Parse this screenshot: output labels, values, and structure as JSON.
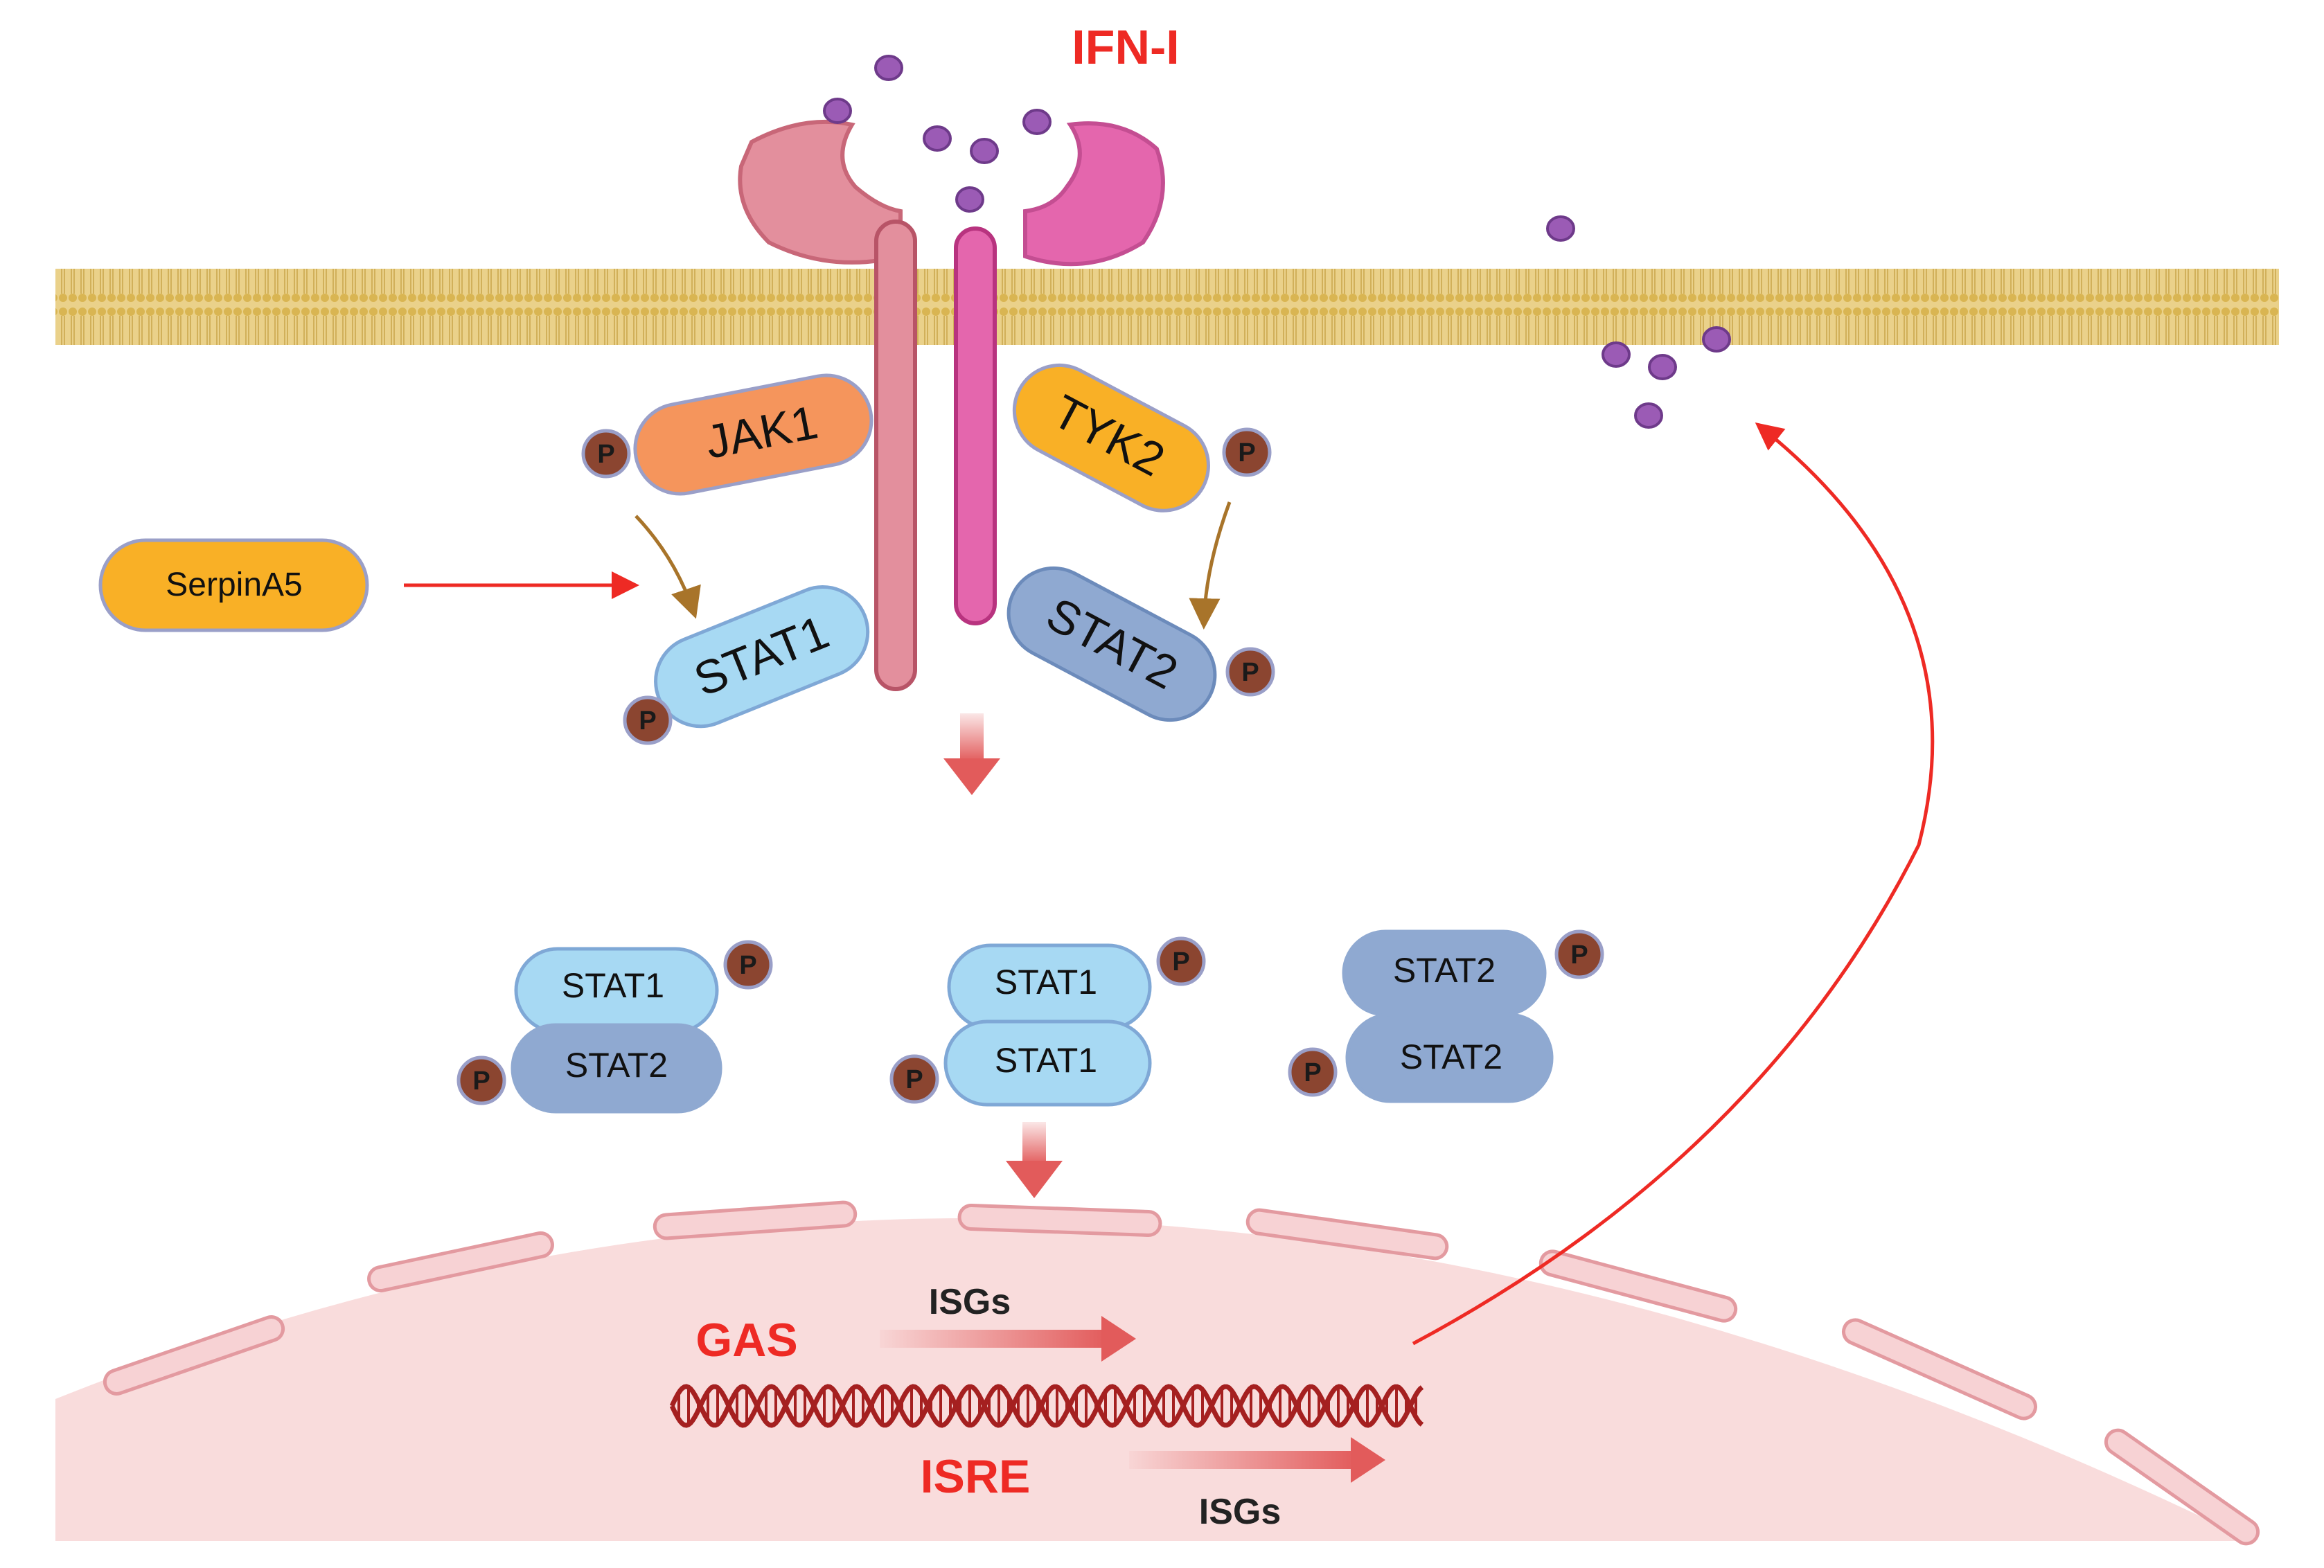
{
  "labels": {
    "ifn": "IFN-I",
    "jak1": "JAK1",
    "tyk2": "TYK2",
    "stat1_receptor": "STAT1",
    "stat2_receptor": "STAT2",
    "serpina5": "SerpinA5",
    "phospho": "P",
    "dimer_left_top": "STAT1",
    "dimer_left_bottom": "STAT2",
    "dimer_mid_top": "STAT1",
    "dimer_mid_bottom": "STAT1",
    "dimer_right_top": "STAT2",
    "dimer_right_bottom": "STAT2",
    "gas": "GAS",
    "isre": "ISRE",
    "isgs_top": "ISGs",
    "isgs_bottom": "ISGs"
  },
  "colors": {
    "accent_red": "#ee2a24",
    "membrane": "#e9cf7a",
    "receptor_left": "#e38f9d",
    "receptor_right": "#e466ad",
    "jak1": "#f5955c",
    "tyk2": "#f9b026",
    "serpina5": "#f9b026",
    "stat1": "#a7d9f3",
    "stat2": "#8fa9d1",
    "phosphate": "#8b4530",
    "ligand": "#9b5bb5",
    "nucleus": "#f9dcdc",
    "dna": "#a52020"
  },
  "icons": [
    "ifn-ligand-dot",
    "phosphate-icon",
    "dna-helix-icon",
    "arrow-icon"
  ]
}
